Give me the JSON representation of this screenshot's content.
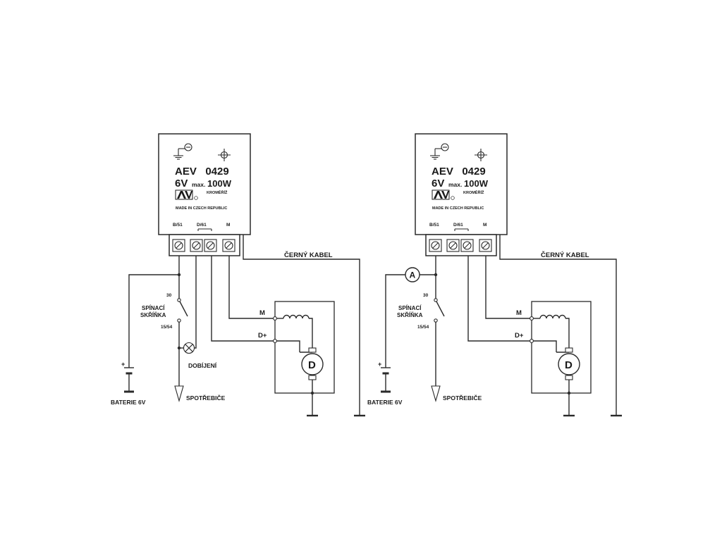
{
  "diagrams": [
    {
      "module": {
        "model": "AEV   0429",
        "voltage": "6V",
        "power_prefix": "max.",
        "power": "100W",
        "city": "KROMĚŘÍŽ",
        "origin": "MADE IN CZECH REPUBLIC",
        "terminals": [
          "B/51",
          "D/61",
          "M"
        ]
      },
      "labels": {
        "black_cable": "ČERNÝ KABEL",
        "switch_top": "30",
        "switch_name_1": "SPÍNACÍ",
        "switch_name_2": "SKŘÍŇKA",
        "switch_bottom": "15/54",
        "charging_lamp": "DOBÍJENÍ",
        "battery": "BATERIE 6V",
        "battery_plus": "+",
        "loads": "SPOTŘEBIČE",
        "motor_m": "M",
        "motor_d_plus": "D+",
        "dynamo": "D"
      }
    },
    {
      "module": {
        "model": "AEV   0429",
        "voltage": "6V",
        "power_prefix": "max.",
        "power": "100W",
        "city": "KROMĚŘÍŽ",
        "origin": "MADE IN CZECH REPUBLIC",
        "terminals": [
          "B/51",
          "D/61",
          "M"
        ]
      },
      "labels": {
        "ammeter": "A",
        "black_cable": "ČERNÝ KABEL",
        "switch_top": "30",
        "switch_name_1": "SPÍNACÍ",
        "switch_name_2": "SKŘÍŇKA",
        "switch_bottom": "15/54",
        "battery": "BATERIE 6V",
        "battery_plus": "+",
        "loads": "SPOTŘEBIČE",
        "motor_m": "M",
        "motor_d_plus": "D+",
        "dynamo": "D"
      }
    }
  ]
}
